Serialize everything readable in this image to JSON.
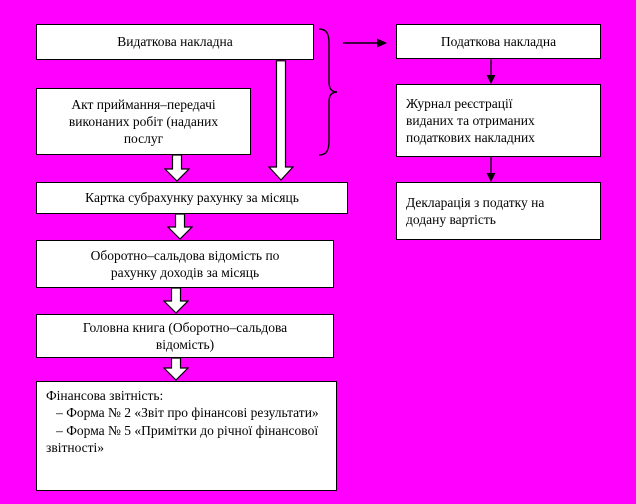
{
  "diagram": {
    "left_column": [
      "Видаткова накладна",
      "Акт приймання–передачі\nвиконаних робіт (наданих\nпослуг",
      "Картка субрахунку рахунку за місяць",
      "Оборотно–сальдова відомість по\nрахунку доходів за місяць",
      "Головна книга (Оборотно–сальдова\nвідомість)",
      "Фінансова звітність:\n   – Форма № 2 «Звіт про фінансові результати»\n   – Форма № 5 «Примітки до річної фінансової звітності»"
    ],
    "right_column": [
      "Податкова накладна",
      "Журнал реєстрації\nвиданих та отриманих\nподаткових накладних",
      "Декларація з податку на\nдодану вартість"
    ]
  },
  "colors": {
    "background": "#FF00FF",
    "box_background": "#FFFFFF",
    "box_border": "#000000",
    "text": "#000000"
  },
  "icons": {
    "down_block_arrow": "hollow down arrow connector",
    "right_arrow": "right arrow connector",
    "brace": "right curly brace grouping"
  }
}
